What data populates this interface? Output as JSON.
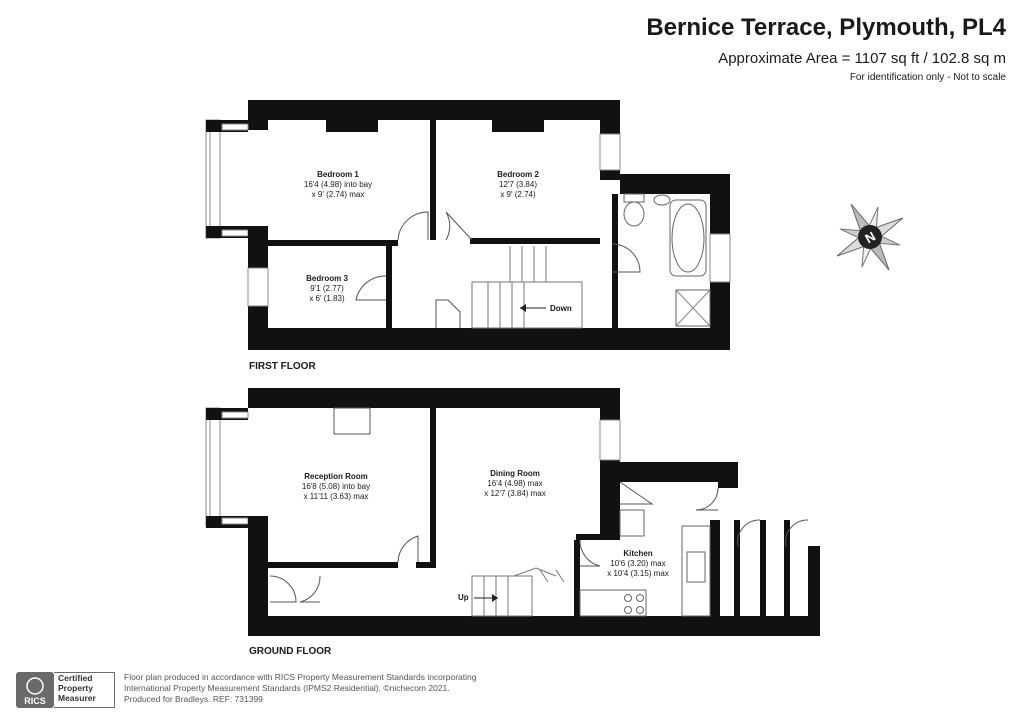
{
  "header": {
    "title": "Bernice Terrace, Plymouth, PL4",
    "area": "Approximate Area = 1107 sq ft / 102.8 sq m",
    "note": "For identification only - Not to scale"
  },
  "first_floor": {
    "label": "FIRST FLOOR",
    "rooms": [
      {
        "name": "Bedroom 1",
        "line1": "16'4 (4.98) into bay",
        "line2": "x 9' (2.74) max"
      },
      {
        "name": "Bedroom 2",
        "line1": "12'7 (3.84)",
        "line2": "x 9' (2.74)"
      },
      {
        "name": "Bedroom 3",
        "line1": "9'1 (2.77)",
        "line2": "x 6' (1.83)"
      }
    ],
    "stair_label": "Down"
  },
  "ground_floor": {
    "label": "GROUND FLOOR",
    "rooms": [
      {
        "name": "Reception Room",
        "line1": "16'8 (5.08) into bay",
        "line2": "x 11'11 (3.63) max"
      },
      {
        "name": "Dining Room",
        "line1": "16'4 (4.98) max",
        "line2": "x 12'7 (3.84) max"
      },
      {
        "name": "Kitchen",
        "line1": "10'6 (3.20) max",
        "line2": "x 10'4 (3.15) max"
      }
    ],
    "stair_label": "Up"
  },
  "compass": {
    "letter": "N",
    "icon": "compass-icon"
  },
  "footer": {
    "line1": "Floor plan produced in accordance with RICS Property Measurement Standards incorporating",
    "line2": "International Property Measurement Standards (IPMS2 Residential). ©nichecom 2021.",
    "line3": "Produced for Bradleys.   REF: 731399",
    "rics_badge": [
      "Certified",
      "Property",
      "Measurer"
    ],
    "rics_logo": "RICS"
  },
  "colors": {
    "wall": "#111111",
    "line": "#6b6b6b",
    "window": "#888888"
  }
}
